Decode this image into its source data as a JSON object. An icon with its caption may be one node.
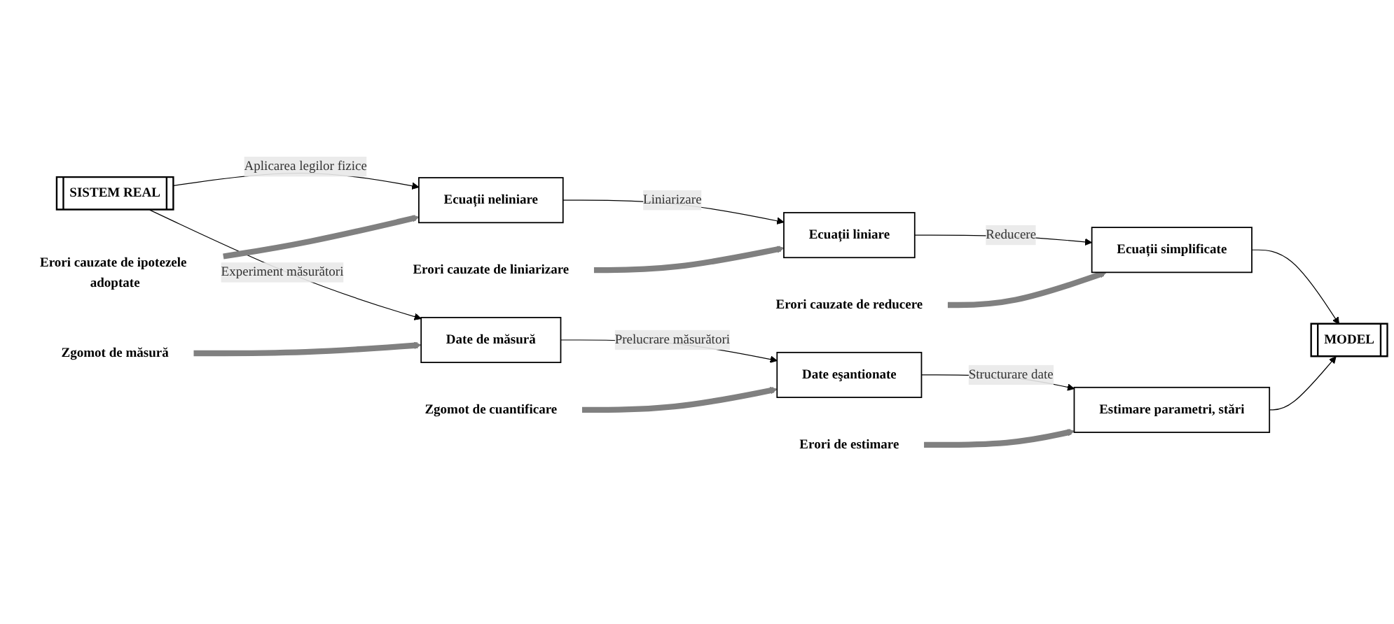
{
  "diagram": {
    "nodes": [
      {
        "text": [
          "SISTEM REAL"
        ]
      },
      {
        "text": [
          "Ecuații neliniare"
        ]
      },
      {
        "text": [
          "Ecuații liniare"
        ]
      },
      {
        "text": [
          "Ecuații simplificate"
        ]
      },
      {
        "text": [
          "MODEL"
        ]
      },
      {
        "text": [
          "Date de măsură"
        ]
      },
      {
        "text": [
          "Date eşantionate"
        ]
      },
      {
        "text": [
          "Estimare parametri, stări"
        ]
      },
      {
        "text": [
          "Erori cauzate de ipotezele adoptate"
        ]
      },
      {
        "text": [
          "Erori cauzate de liniarizare"
        ]
      },
      {
        "text": [
          "Erori cauzate de reducere"
        ]
      },
      {
        "text": [
          "Zgomot de măsură"
        ]
      },
      {
        "text": [
          "Zgomot de cuantificare"
        ]
      },
      {
        "text": [
          "Erori de estimare"
        ]
      }
    ],
    "edges": [
      {
        "from": 0,
        "to": 1,
        "arrow": "to",
        "label": "Aplicarea legilor fizice"
      },
      {
        "from": 1,
        "to": 2,
        "arrow": "to",
        "label": "Liniarizare"
      },
      {
        "from": 2,
        "to": 3,
        "arrow": "to",
        "label": "Reducere"
      },
      {
        "from": 3,
        "to": 4,
        "arrow": "to"
      },
      {
        "from": 0,
        "to": 5,
        "arrow": "to",
        "label": "Experiment măsurători"
      },
      {
        "from": 5,
        "to": 6,
        "arrow": "to",
        "label": "Prelucrare măsurători"
      },
      {
        "from": 6,
        "to": 7,
        "arrow": "to",
        "label": "Structurare date"
      },
      {
        "from": 7,
        "to": 4,
        "arrow": "to"
      },
      {
        "from": 8,
        "to": 1,
        "arrow": "to",
        "style": "thick",
        "color": "#808080"
      },
      {
        "from": 9,
        "to": 2,
        "arrow": "to",
        "style": "thick",
        "color": "#808080"
      },
      {
        "from": 10,
        "to": 3,
        "arrow": "to",
        "style": "thick",
        "color": "#808080"
      },
      {
        "from": 11,
        "to": 5,
        "arrow": "to",
        "style": "thick",
        "color": "#808080"
      },
      {
        "from": 12,
        "to": 6,
        "arrow": "to",
        "style": "thick",
        "color": "#808080"
      },
      {
        "from": 13,
        "to": 7,
        "arrow": "to",
        "style": "thick",
        "color": "#808080"
      }
    ]
  }
}
